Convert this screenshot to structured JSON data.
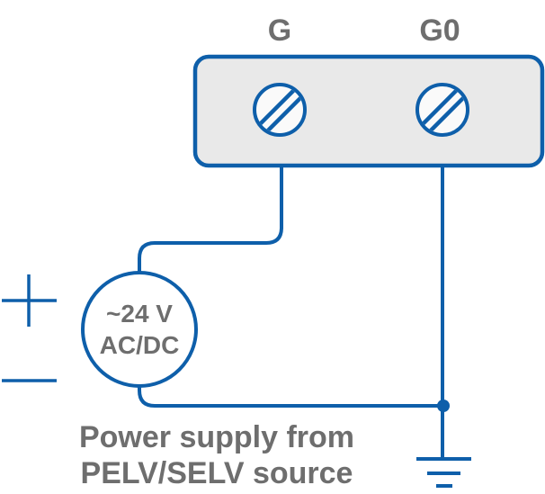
{
  "colors": {
    "wire_blue": "#0e5faa",
    "text_gray": "#6e6e6e",
    "block_fill": "#e9e9e9",
    "screw_fill": "#fafafa",
    "background": "#ffffff"
  },
  "terminal_block": {
    "terminals": [
      {
        "label": "G"
      },
      {
        "label": "G0"
      }
    ]
  },
  "power_source": {
    "voltage": "~24 V",
    "current_type": "AC/DC"
  },
  "icons": {
    "screw_terminal": "slotted-screw-head",
    "plus_polarity": "plus-cross-shape",
    "minus_polarity": "horizontal-bar-shape",
    "earth_ground": "three-bar-ground-symbol",
    "junction": "filled-dot"
  },
  "caption": {
    "line1": "Power supply from",
    "line2": "PELV/SELV source"
  }
}
